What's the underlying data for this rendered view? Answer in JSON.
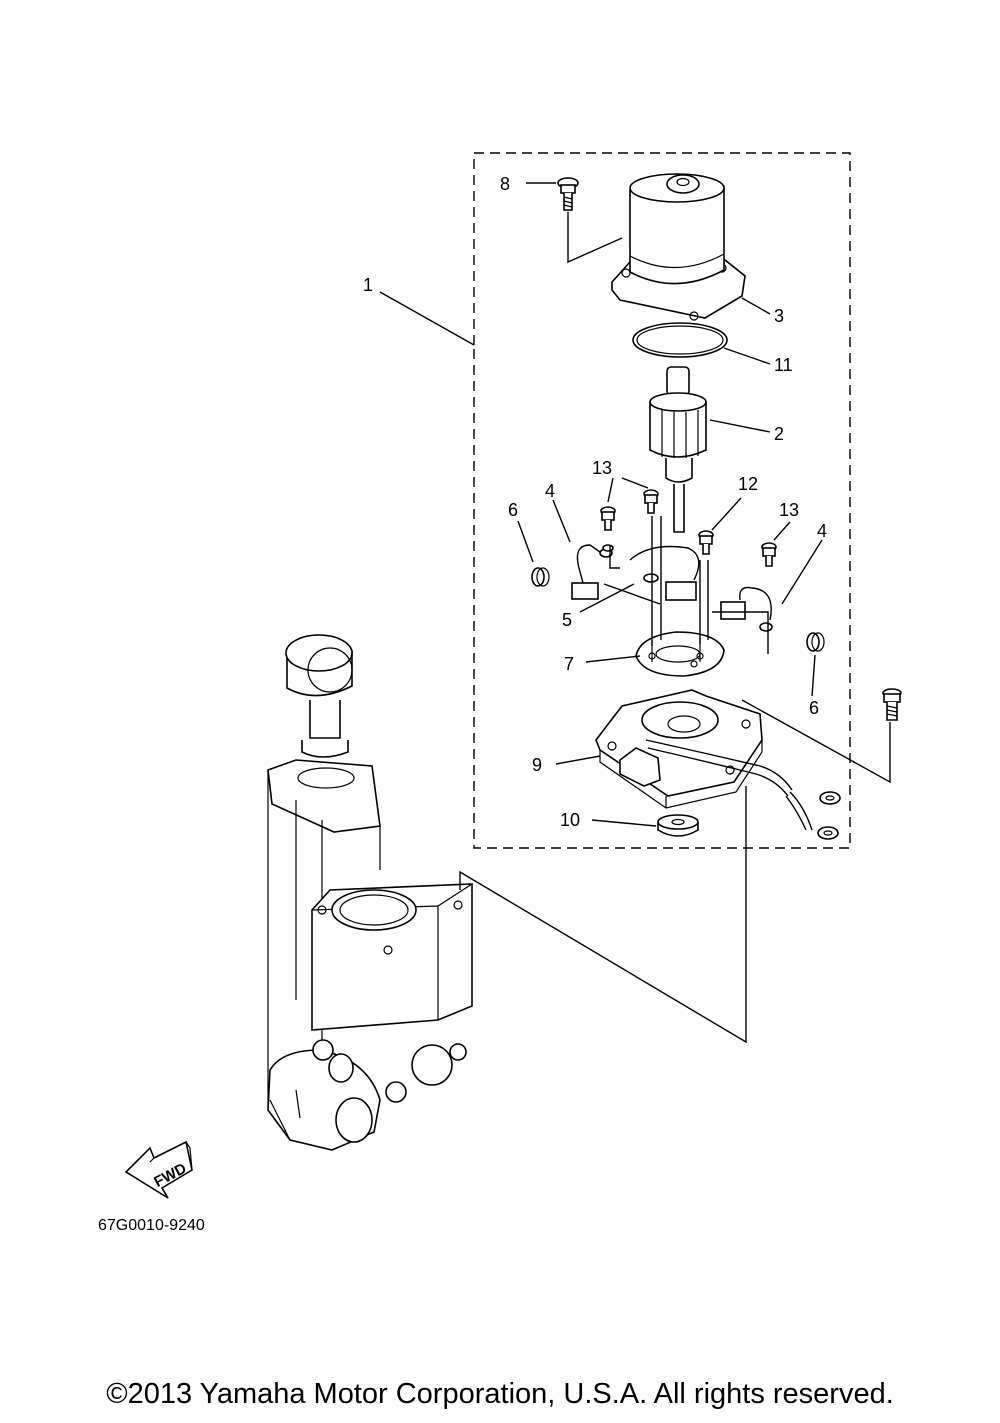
{
  "callouts": {
    "c1": "1",
    "c2": "2",
    "c3": "3",
    "c4a": "4",
    "c4b": "4",
    "c5": "5",
    "c6a": "6",
    "c6b": "6",
    "c7": "7",
    "c8": "8",
    "c9": "9",
    "c10": "10",
    "c11": "11",
    "c12": "12",
    "c13a": "13",
    "c13b": "13"
  },
  "fwd_label": "FWD",
  "diagram_code": "67G0010-9240",
  "copyright": "©2013 Yamaha Motor Corporation, U.S.A. All rights reserved."
}
